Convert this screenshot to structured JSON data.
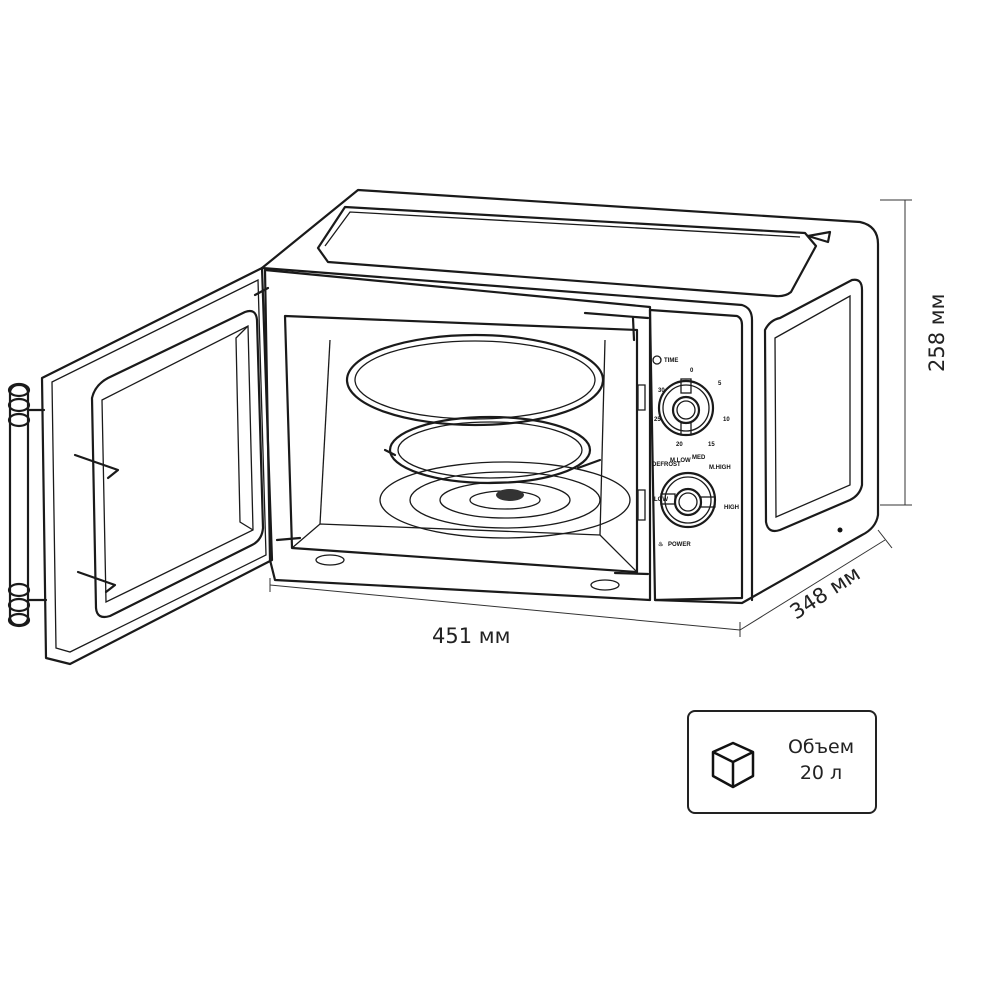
{
  "dimensions": {
    "width": "451 мм",
    "depth": "348 мм",
    "height": "258 мм"
  },
  "volume_badge": {
    "label": "Объем",
    "value": "20 л",
    "icon": "cube-icon"
  },
  "control_panel": {
    "timer_label": "TIME",
    "timer_marks": [
      "0",
      "5",
      "10",
      "15",
      "20",
      "25",
      "30"
    ],
    "power_label": "POWER",
    "power_marks": [
      "DEFROST",
      "M.LOW",
      "MED",
      "M.HIGH",
      "HIGH",
      "LOW"
    ]
  }
}
